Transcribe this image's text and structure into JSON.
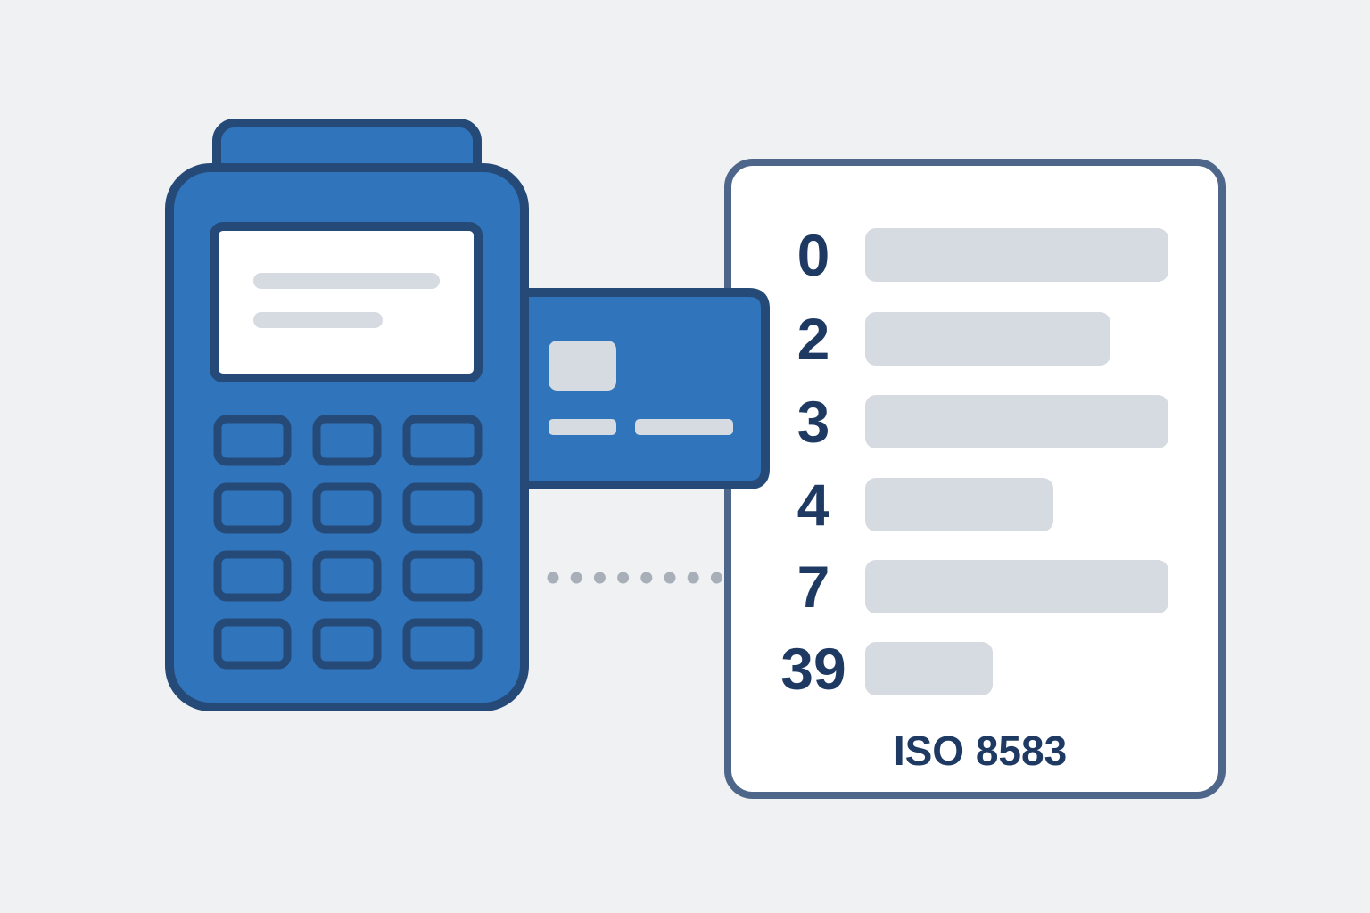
{
  "colors": {
    "background": "#eff1f3",
    "device_blue": "#3074bb",
    "outline_navy": "#264a78",
    "panel_border": "#4d6689",
    "panel_fill": "#ffffff",
    "placeholder_gray": "#d6dae1",
    "label_navy": "#1e3a63",
    "connector_dots": "#a8afb9"
  },
  "terminal": {
    "icon": "payment-terminal-icon",
    "keypad": {
      "rows": 4,
      "columns": 3
    }
  },
  "card": {
    "icon": "credit-card-icon"
  },
  "connector": {
    "style": "dotted"
  },
  "message": {
    "fields": [
      {
        "number": "0",
        "bar_fill": 1.0
      },
      {
        "number": "2",
        "bar_fill": 0.81
      },
      {
        "number": "3",
        "bar_fill": 1.0
      },
      {
        "number": "4",
        "bar_fill": 0.62
      },
      {
        "number": "7",
        "bar_fill": 1.0
      },
      {
        "number": "39",
        "bar_fill": 0.42
      }
    ],
    "standard": "ISO 8583"
  }
}
